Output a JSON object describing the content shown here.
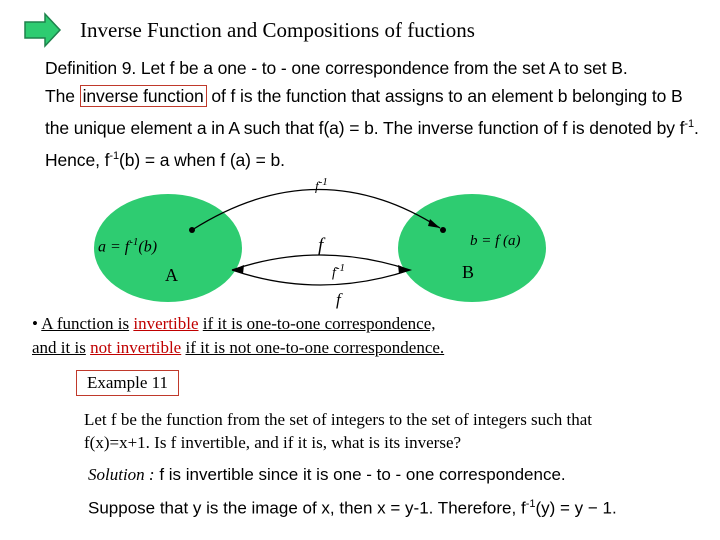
{
  "title": "Inverse Function and Compositions of fuctions",
  "arrow_color": "#2ecc71",
  "definition": {
    "line1": "Definition 9.  Let  f  be a one - to - one correspondence from the set A to set B.",
    "line2_pre": "The",
    "line2_boxed": "inverse function",
    "line2_post": "of  f  is the function that assigns to an element b belonging to B",
    "line3": "the unique element a in A such that f(a) = b. The inverse function of  f  is denoted by  f",
    "line3_sup": "-1",
    "line3_end": ".",
    "line4_pre": "Hence, f",
    "line4_sup": "-1",
    "line4_post": "(b) = a when  f (a) = b."
  },
  "diagram": {
    "set_color": "#2ecc71",
    "top_label": "f",
    "top_label_sup": "-1",
    "mid_label": "f",
    "lower_label": "f",
    "lower_label_sup": "-1",
    "bottom_label": "f",
    "left_eq": "a = f",
    "left_eq_sup": "-1",
    "left_eq_end": "(b)",
    "right_eq": "b = f (a)",
    "set_a": "A",
    "set_b": "B"
  },
  "bullet": {
    "mark": "•",
    "l1_a": "A function is",
    "l1_red": "invertible",
    "l1_b": "if it is one-to-one correspondence,",
    "l2_a": "and it is",
    "l2_red": "not invertible",
    "l2_b": "if it is not one-to-one correspondence."
  },
  "example": {
    "label": "Example 11",
    "line1": "Let f be the function from the set of integers to the set of integers such that",
    "line2": "f(x)=x+1. Is f invertible, and if it is, what is its inverse?"
  },
  "solution": {
    "line1_label": "Solution :",
    "line1_text": "f  is invertible since it is one - to - one correspondence.",
    "line2_pre": "Suppose that  y  is the image of  x, then  x = y-1. Therefore,  f",
    "line2_sup": "-1",
    "line2_post": "(y) = y − 1."
  }
}
